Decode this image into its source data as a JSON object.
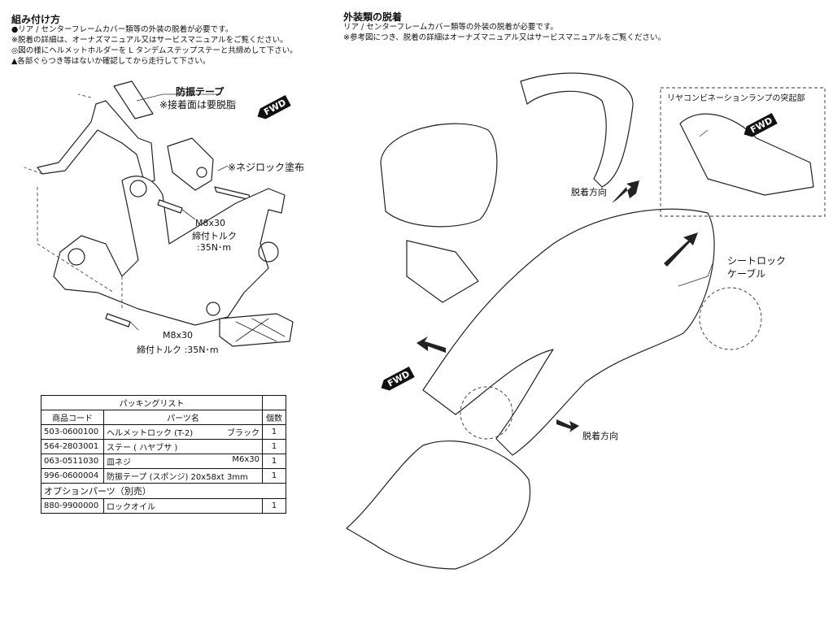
{
  "left": {
    "title": "組み付け方",
    "notes": [
      "●リア / センターフレームカバー類等の外装の脱着が必要です。",
      "※脱着の詳細は、オーナズマニュアル又はサービスマニュアルをご覧ください。",
      "◎図の様にヘルメットホルダーを L タンデムステップステーと共締めして下さい。",
      "▲各部ぐらつき等はないか確認してから走行して下さい。"
    ],
    "callouts": {
      "tape": "防振テープ",
      "tape_note": "※接着面は要脱脂",
      "screwlock": "※ネジロック塗布",
      "bolt1": "M8x30",
      "torque1_a": "締付トルク",
      "torque1_b": ":35N･m",
      "bolt2": "M8x30",
      "torque2": "締付トルク :35N･m"
    },
    "fwd": "FWD"
  },
  "packing": {
    "title": "パッキングリスト",
    "headers": [
      "商品コード",
      "パーツ名",
      "個数"
    ],
    "rows": [
      {
        "code": "503-0600100",
        "name": "ヘルメットロック (T-2)",
        "extra": "ブラック",
        "qty": "1"
      },
      {
        "code": "564-2803001",
        "name": "ステー ( ハヤブサ )",
        "extra": "",
        "qty": "1"
      },
      {
        "code": "063-0511030",
        "name": "皿ネジ",
        "extra": "M6x30",
        "qty": "1"
      },
      {
        "code": "996-0600004",
        "name": "防振テープ (スポンジ) 20x58xt 3mm",
        "extra": "",
        "qty": "1"
      }
    ],
    "option_title": "オプションパーツ（別売）",
    "option_rows": [
      {
        "code": "880-9900000",
        "name": "ロックオイル",
        "qty": "1"
      }
    ]
  },
  "right": {
    "title": "外装類の脱着",
    "notes": [
      "リア / センターフレームカバー類等の外装の脱着が必要です。",
      "※参考図につき、脱着の詳細はオーナズマニュアル又はサービスマニュアルをご覧ください。"
    ],
    "callouts": {
      "lamp": "リヤコンビネーションランプの突起部",
      "direction1": "脱着方向",
      "direction2": "脱着方向",
      "seatlock_a": "シートロック",
      "seatlock_b": "ケーブル"
    },
    "fwd1": "FWD",
    "fwd2": "FWD"
  }
}
